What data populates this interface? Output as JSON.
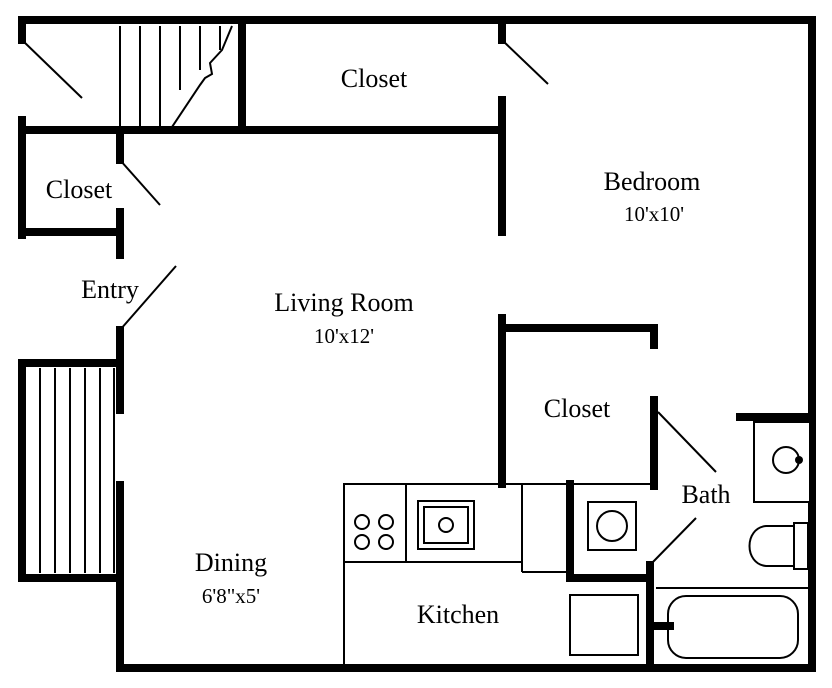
{
  "rooms": {
    "closet_top": "Closet",
    "closet_left": "Closet",
    "bedroom": {
      "name": "Bedroom",
      "size": "10'x10'"
    },
    "entry": "Entry",
    "living_room": {
      "name": "Living Room",
      "size": "10'x12'"
    },
    "closet_mid": "Closet",
    "bath": "Bath",
    "dining": {
      "name": "Dining",
      "size": "6'8\"x5'"
    },
    "kitchen": "Kitchen"
  }
}
